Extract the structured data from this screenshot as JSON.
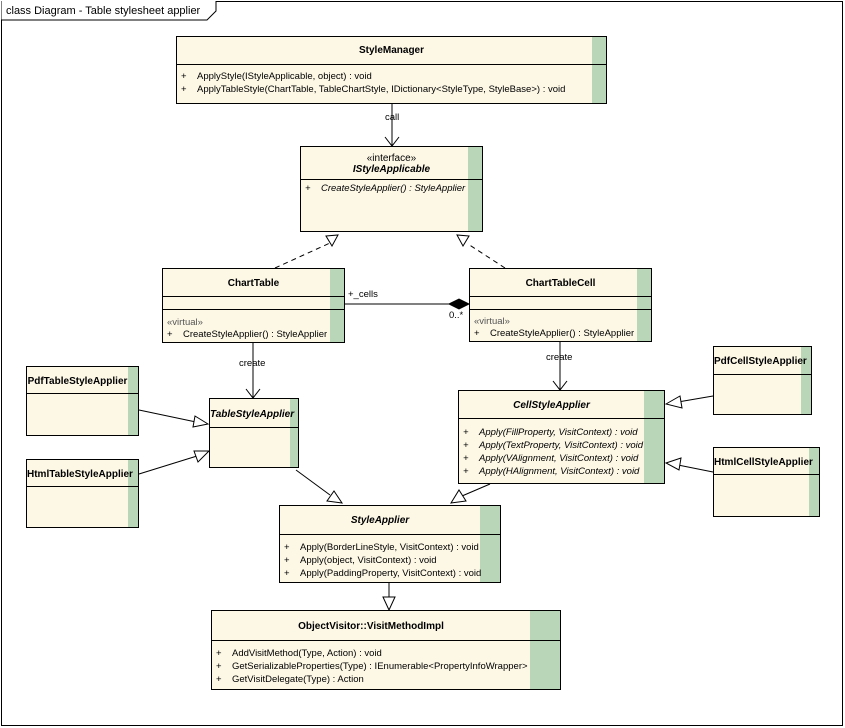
{
  "frame_title": "class Diagram - Table stylesheet applier",
  "classes": {
    "style_manager": {
      "name": "StyleManager",
      "ops": [
        {
          "vis": "+",
          "sig": "ApplyStyle(IStyleApplicable, object) : void"
        },
        {
          "vis": "+",
          "sig": "ApplyTableStyle(ChartTable, TableChartStyle, IDictionary<StyleType, StyleBase>) : void"
        }
      ]
    },
    "istyle_applicable": {
      "stereotype": "«interface»",
      "name": "IStyleApplicable",
      "ops": [
        {
          "vis": "+",
          "sig": "CreateStyleApplier() : StyleApplier"
        }
      ]
    },
    "chart_table": {
      "name": "ChartTable",
      "virtual": "«virtual»",
      "ops": [
        {
          "vis": "+",
          "sig": "CreateStyleApplier() : StyleApplier"
        }
      ]
    },
    "chart_table_cell": {
      "name": "ChartTableCell",
      "virtual": "«virtual»",
      "ops": [
        {
          "vis": "+",
          "sig": "CreateStyleApplier() : StyleApplier"
        }
      ]
    },
    "pdf_table_style_applier": {
      "name": "PdfTableStyleApplier"
    },
    "html_table_style_applier": {
      "name": "HtmlTableStyleApplier"
    },
    "table_style_applier": {
      "name": "TableStyleApplier"
    },
    "cell_style_applier": {
      "name": "CellStyleApplier",
      "ops": [
        {
          "vis": "+",
          "sig": "Apply(FillProperty, VisitContext) : void"
        },
        {
          "vis": "+",
          "sig": "Apply(TextProperty, VisitContext) : void"
        },
        {
          "vis": "+",
          "sig": "Apply(VAlignment, VisitContext) : void"
        },
        {
          "vis": "+",
          "sig": "Apply(HAlignment, VisitContext) : void"
        }
      ]
    },
    "pdf_cell_style_applier": {
      "name": "PdfCellStyleApplier"
    },
    "html_cell_style_applier": {
      "name": "HtmlCellStyleApplier"
    },
    "style_applier": {
      "name": "StyleApplier",
      "ops": [
        {
          "vis": "+",
          "sig": "Apply(BorderLineStyle, VisitContext) : void"
        },
        {
          "vis": "+",
          "sig": "Apply(object, VisitContext) : void"
        },
        {
          "vis": "+",
          "sig": "Apply(PaddingProperty, VisitContext) : void"
        }
      ]
    },
    "visit_method_impl": {
      "name": "ObjectVisitor::VisitMethodImpl",
      "ops": [
        {
          "vis": "+",
          "sig": "AddVisitMethod(Type, Action) : void"
        },
        {
          "vis": "+",
          "sig": "GetSerializableProperties(Type) : IEnumerable<PropertyInfoWrapper>"
        },
        {
          "vis": "+",
          "sig": "GetVisitDelegate(Type) : Action"
        }
      ]
    }
  },
  "labels": {
    "call": "call",
    "cells_role": "+_cells",
    "cells_mult": "0..*",
    "create_table": "create",
    "create_cell": "create"
  }
}
